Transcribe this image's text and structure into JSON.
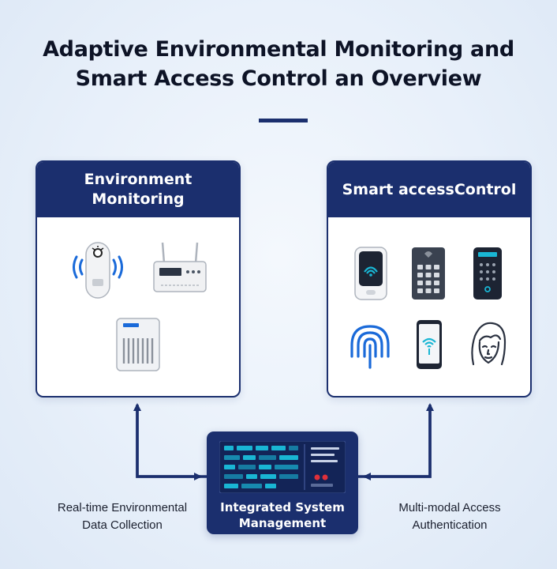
{
  "title": {
    "line1": "Adaptive Environmental Monitoring and",
    "line2": "Smart Access Control an Overview"
  },
  "panels": {
    "environment": {
      "heading_line1": "Environment",
      "heading_line2": "Monitoring",
      "devices": [
        "sensor-beacon-icon",
        "router-icon",
        "air-purifier-icon"
      ]
    },
    "access": {
      "heading": "Smart accessControl",
      "devices": [
        "rfid-reader-icon",
        "keypad-icon",
        "touch-keypad-icon",
        "fingerprint-icon",
        "smartphone-nfc-icon",
        "face-recognition-icon"
      ]
    }
  },
  "hub": {
    "label_line1": "Integrated System",
    "label_line2": "Management"
  },
  "captions": {
    "left_line1": "Real-time Environmental",
    "left_line2": "Data Collection",
    "right_line1": "Multi-modal Access",
    "right_line2": "Authentication"
  },
  "colors": {
    "navy": "#1b2f6e",
    "accent_blue": "#1a6ad9",
    "cyan": "#19b6d4"
  }
}
